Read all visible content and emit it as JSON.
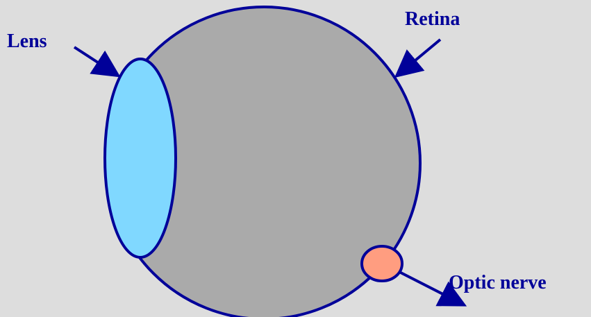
{
  "labels": {
    "lens": "Lens",
    "retina": "Retina",
    "optic_nerve": "Optic nerve"
  },
  "colors": {
    "background": "#dddddd",
    "eyeball_fill": "#aaaaaa",
    "outline": "#000099",
    "lens_fill": "#80d8ff",
    "optic_nerve_fill": "#ff9d80",
    "label_text": "#000099"
  }
}
